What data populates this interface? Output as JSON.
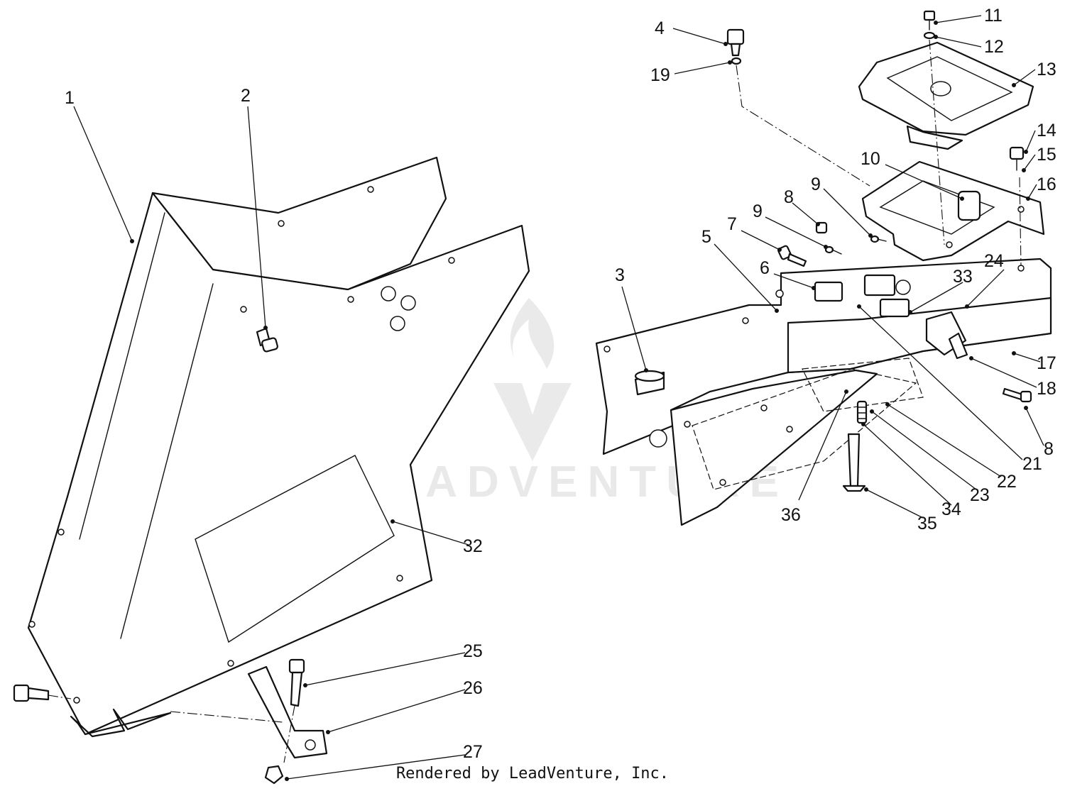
{
  "watermark": "LEADVENTURE",
  "credit": "Rendered by LeadVenture, Inc.",
  "callouts": [
    "1",
    "2",
    "3",
    "4",
    "5",
    "6",
    "7",
    "8",
    "8",
    "9",
    "9",
    "10",
    "11",
    "12",
    "13",
    "14",
    "15",
    "16",
    "17",
    "18",
    "19",
    "21",
    "22",
    "23",
    "24",
    "25",
    "26",
    "27",
    "32",
    "33",
    "34",
    "35",
    "36"
  ]
}
